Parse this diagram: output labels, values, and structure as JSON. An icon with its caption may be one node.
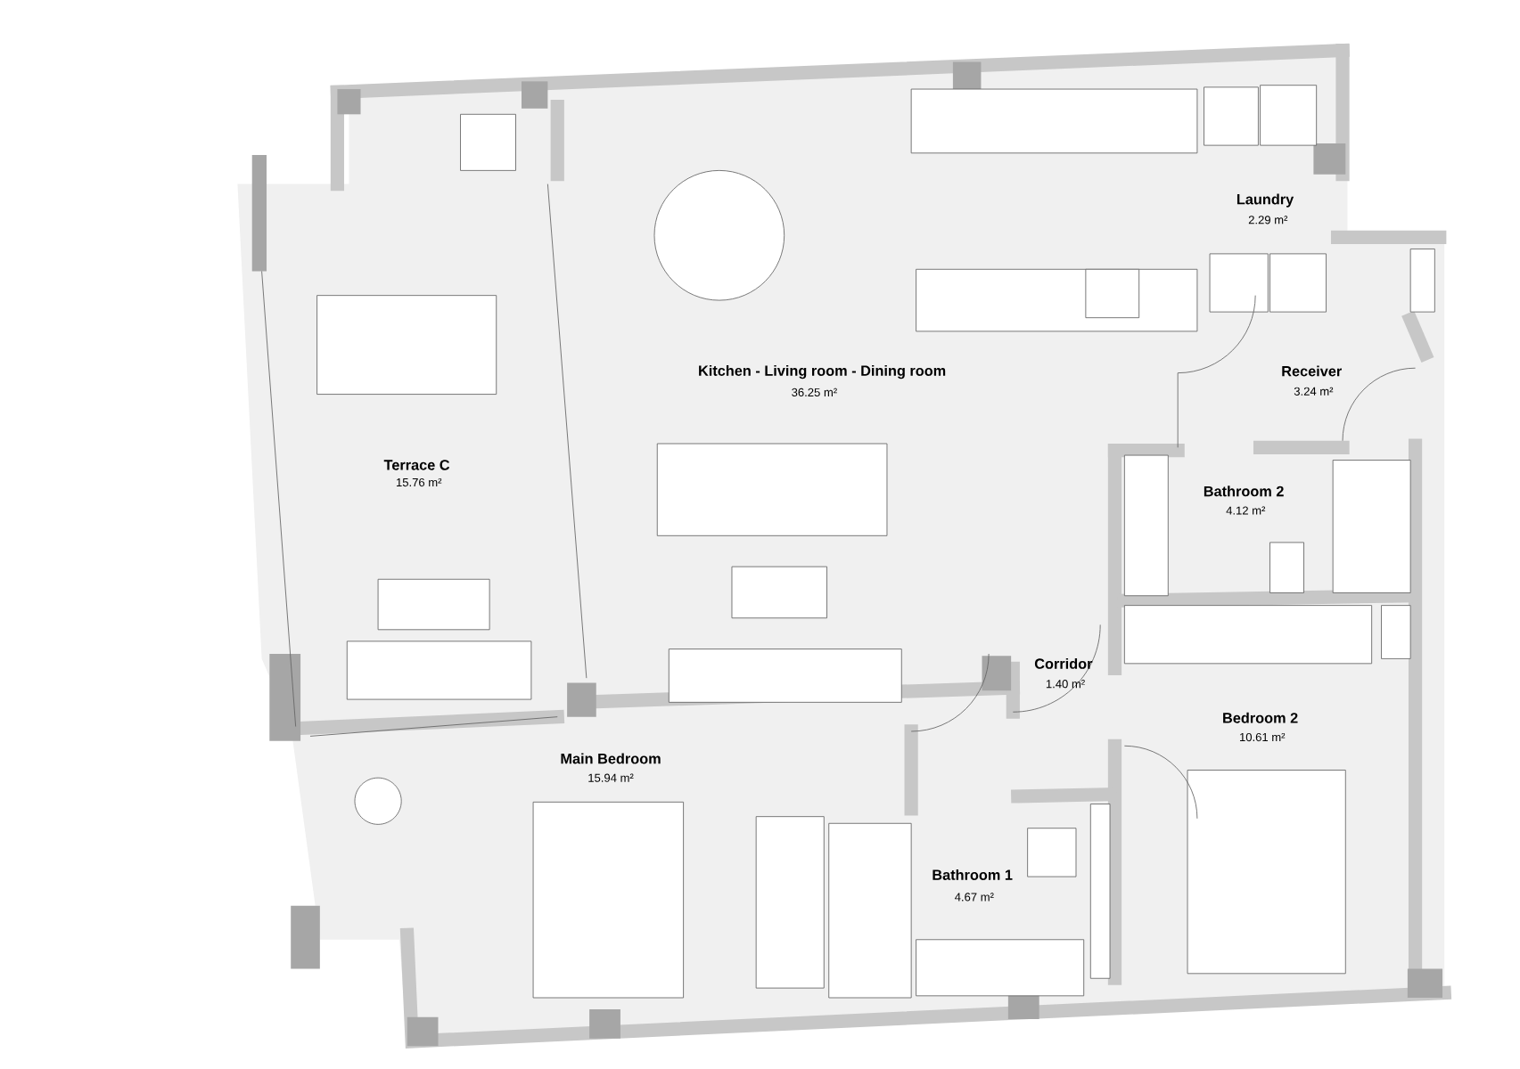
{
  "diagram": {
    "labels": [
      "Laundry",
      "2.29 m²",
      "Kitchen - Living room - Dining room",
      "36.25 m²",
      "Receiver",
      "3.24 m²",
      "Terrace C",
      "15.76 m²",
      "Bathroom 2",
      "4.12 m²",
      "Corridor",
      "1.40 m²",
      "Bedroom 2",
      "10.61 m²",
      "Main Bedroom",
      "15.94 m²",
      "Bathroom 1",
      "4.67 m²"
    ]
  }
}
